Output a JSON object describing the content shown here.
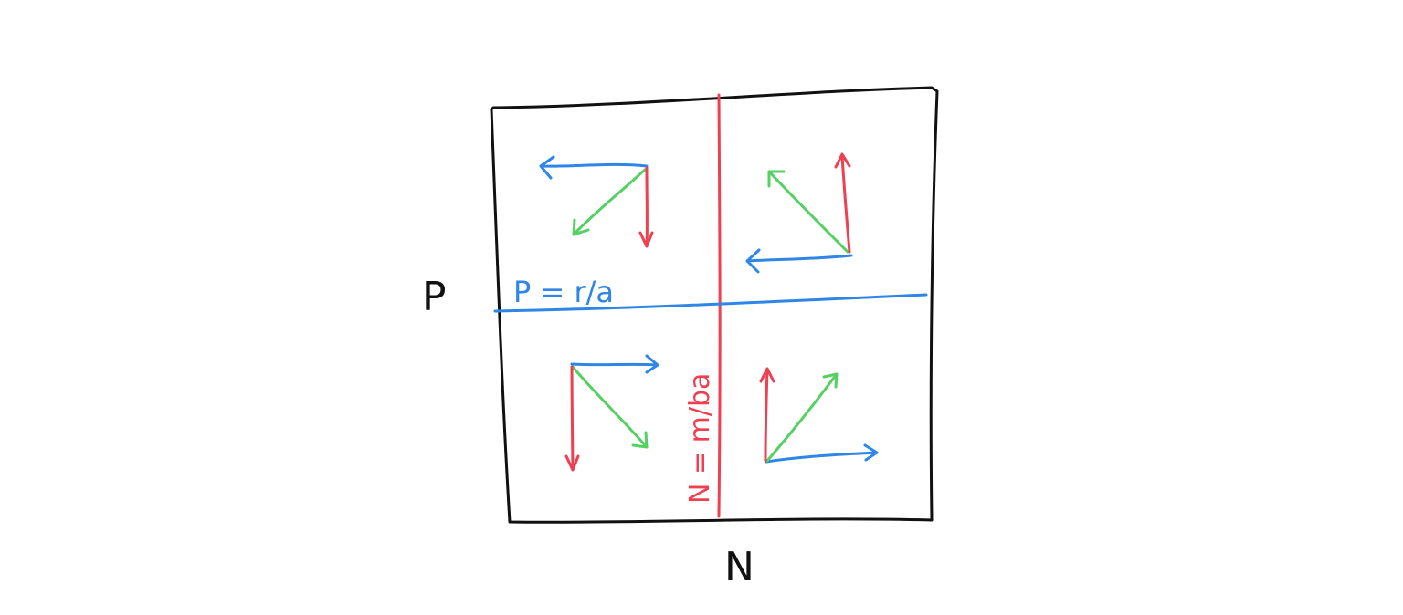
{
  "axes": {
    "vertical_label": "P",
    "horizontal_label": "N"
  },
  "lines": {
    "horizontal_line_label": "P = r/a",
    "vertical_line_label": "N = m/ba"
  },
  "arrows": {
    "top_left": [
      "blue-left",
      "green-down-left",
      "red-down"
    ],
    "top_right": [
      "blue-left",
      "green-up-left",
      "red-up"
    ],
    "bottom_left": [
      "blue-right",
      "green-down-right",
      "red-down"
    ],
    "bottom_right": [
      "blue-right",
      "green-up-right",
      "red-up"
    ]
  },
  "colors": {
    "frame": "#111111",
    "blue": "#2f86e6",
    "green": "#55d063",
    "red": "#ee4050"
  }
}
